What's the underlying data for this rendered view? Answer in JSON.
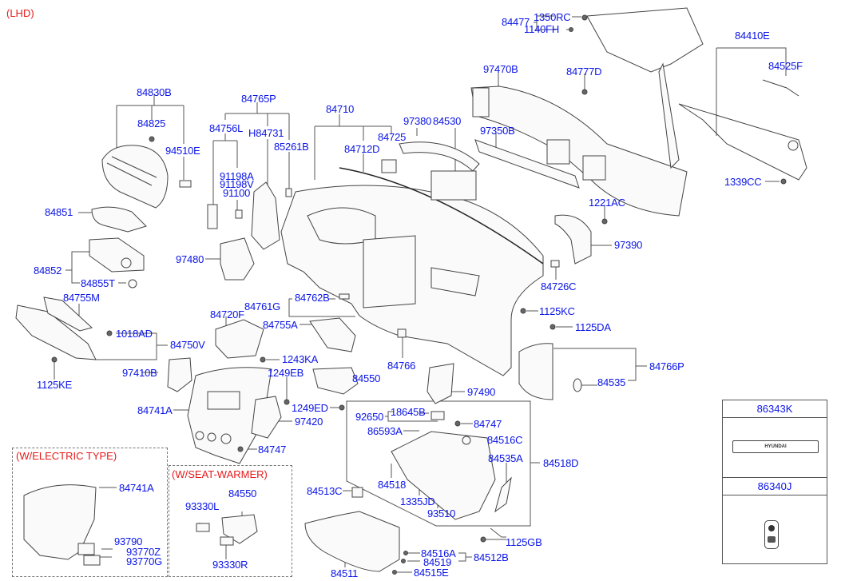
{
  "diagram": {
    "drive_note": "(LHD)",
    "variant_boxes": {
      "electric": "(W/ELECTRIC TYPE)",
      "seat_warmer": "(W/SEAT-WARMER)"
    },
    "labels": {
      "p84477": "84477",
      "p1350RC": "1350RC",
      "p1140FH": "1140FH",
      "p84410E": "84410E",
      "p84525F": "84525F",
      "p97470B": "97470B",
      "p84777D": "84777D",
      "p1339CC": "1339CC",
      "p97350B": "97350B",
      "p1221AC": "1221AC",
      "p97390": "97390",
      "p84726C": "84726C",
      "p84830B": "84830B",
      "p84825": "84825",
      "p94510E": "94510E",
      "p84765P": "84765P",
      "p84756L": "84756L",
      "pH84731": "H84731",
      "p85261B": "85261B",
      "p91198A": "91198A",
      "p91198V": "91198V",
      "p91100": "91100",
      "p84710": "84710",
      "p84712D": "84712D",
      "p84725": "84725",
      "p97380": "97380",
      "p84530": "84530",
      "p84851": "84851",
      "p84852": "84852",
      "p84855T": "84855T",
      "p97480": "97480",
      "p84755M": "84755M",
      "p1018AD": "1018AD",
      "p84750V": "84750V",
      "p1125KE": "1125KE",
      "p84720F": "84720F",
      "p84761G": "84761G",
      "p84762B": "84762B",
      "p84755A": "84755A",
      "p1243KA": "1243KA",
      "p84766": "84766",
      "p97410B": "97410B",
      "p1249EB": "1249EB",
      "p84550": "84550",
      "p97490": "97490",
      "p1125KC": "1125KC",
      "p1125DA": "1125DA",
      "p84766P": "84766P",
      "p84535": "84535",
      "p84741A": "84741A",
      "p1249ED": "1249ED",
      "p97420": "97420",
      "p84747a": "84747",
      "p92650": "92650",
      "p18645B": "18645B",
      "p84747b": "84747",
      "p86593A": "86593A",
      "p84516C": "84516C",
      "p84535A": "84535A",
      "p84518D": "84518D",
      "p84518": "84518",
      "p84513C": "84513C",
      "p1335JD": "1335JD",
      "p93510": "93510",
      "p1125GB": "1125GB",
      "p84516A": "84516A",
      "p84519": "84519",
      "p84512B": "84512B",
      "p84511": "84511",
      "p84515E": "84515E",
      "e84741A": "84741A",
      "e93790": "93790",
      "e93770Z": "93770Z",
      "e93770G": "93770G",
      "s84550": "84550",
      "s93330L": "93330L",
      "s93330R": "93330R"
    },
    "legend": {
      "item1": "86343K",
      "item1_emblem_text": "HYUNDAI",
      "item2": "86340J"
    }
  }
}
